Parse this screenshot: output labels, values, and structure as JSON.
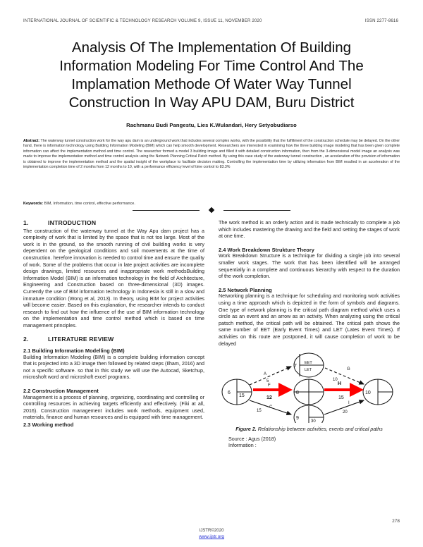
{
  "running_head": {
    "journal_line": "INTERNATIONAL JOURNAL OF SCIENTIFIC & TECHNOLOGY RESEARCH VOLUME 9, ISSUE 11, NOVEMBER 2020",
    "issn": "ISSN 2277-8616"
  },
  "title": "Analysis Of The Implementation Of Building Information Modeling For Time Control And The Implamation Methode Of Water Way Tunnel Construction In Way APU DAM, Buru District",
  "authors": "Rachmanu Budi Pangestu, Lies K.Wulandari, Hery Setyobudiarso",
  "abstract": {
    "label": "Abstract:",
    "text": " The waterway tunnel construction work for the way apu dam is an underground work that includes several complex works, with the possibility that the fulfillment of the construction schedule may be delayed. On the other hand, there is information technology using Building Information Modeling (BIM) which can help smooth development. Researchers are interested in examining how the three building image modeling that has been given complete information can affect the implementation method and time control. The researcher formed a model 3 building image and filled it with detailed construction information, then from the 3-dimensional model image an analysis was made to improve the implementation method and time control analysis using the Network Planning Critical Patch method. By using this case study of the waterway tunnel construction , an acceleration of the provision of information is obtained to improve the implementation method and the spatial insight of the workplace to facilitate decision making. Controlling the implementation time by utilizing information from BIM resulted in an acceleration of the implementation completion time of 2 months from 12 months to 10, with a performance efficiency level of time control to 83.3%"
  },
  "keywords": {
    "label": "Keywords:",
    "text": " BIM, Information, time control, effective performance."
  },
  "left_column": {
    "section1": {
      "number": "1.",
      "heading": "INTRODUCTION",
      "body": "The construction of the waterway tunnel at the Way Apu dam project has a complexity of work that is limited by the space that is not too large. Most of the work is in the ground, so the smooth running of civil building works is very dependent on the geological conditions and soil movements at the time of construction. herefore innovation is needed to control time and ensure the quality of work. Some of the problems that occur in late project activities are incomplete design drawings, limited resources and inappropriate work methodsBuilding Information Model (BIM) is an information technology in the field of Architecture, Engineering and Construction based on three-dimensional (3D) images. Currently the use of BIM information technology in Indonesia is still in a slow and immature condition (Wong et al, 2013). In theory, using BIM for project activities will become easier. Based on this explanation, the researcher intends to conduct research to find out how the influence of the use of BIM information technology on the implementation and time control method which is based on time management principles."
    },
    "section2": {
      "number": "2.",
      "heading": "LITERATURE REVIEW"
    },
    "sub21": {
      "heading": "2.1 Building Information Modelling (BIM)",
      "body": "Building Information Modeling (BIM) is a complete building information concept that is projected into a 3D image then followed by related steps (Ilham, 2016) and not a specific software. so that in this study we will use the Autocad, Sketchup, microshoft word and microshoft excel programs."
    },
    "sub22": {
      "heading": "2.2 Construction Management",
      "body": "Management is a process of planning, organizing, coordinating and controlling or controlling resources in achieving targets efficiently and effectively. (Fiki at all, 2016). Construction management includes work methods, equipment used, materials, finance and human resources and is equipped with time management."
    },
    "sub23": {
      "heading": "2.3 Working method"
    }
  },
  "right_column": {
    "work_method_body": "The work method is an orderly action and is made technically to complete a job which includes mastering the drawing and the field and setting the stages of work at one time.",
    "sub24": {
      "heading": "2.4 Work Breakdown Strukture Theory",
      "body": "Work Breakdown Structure is a technique for dividing a single job into several smaller work stages. The work that has been identified will be arranged sequentially in a complete and continuous hierarchy with respect to the duration of the work completion."
    },
    "sub25": {
      "heading": "2.5 Network Planning",
      "body": "Networking planning is a technique for scheduling and monitoring work activities using a time approach which is depicted in the form of symbols and diagrams. One type of network planning  is the critical path diagram method which uses a circle as an event and an arrow as an activity. When analyzing using the critical patsch method, the critical path will be obtained. The critical path shows the same number of EET (Early Event Times) and LET (Lates Event Times). If activities on this route are postponed, it will cause completion of work to be delayed"
    },
    "figure": {
      "caption_label": "Figure 2.",
      "caption_text": " Relationship between activities, events and critical paths",
      "source": "Source : Agus (2018)",
      "information": "Information :",
      "nodes": [
        {
          "id": "6",
          "value": "15"
        },
        {
          "id": "7",
          "eet": "EET",
          "let": "LET"
        },
        {
          "id": "8",
          "value": ""
        },
        {
          "id": "9",
          "value": "30"
        },
        {
          "id": "10",
          "value": ""
        }
      ],
      "edges": [
        {
          "from": "6",
          "to": "7",
          "label": "A",
          "duration": "5",
          "critical": false
        },
        {
          "from": "6",
          "to": "8",
          "label": "F",
          "duration": "12",
          "critical": true
        },
        {
          "from": "6",
          "to": "9",
          "label": "C",
          "duration": "15",
          "critical": false
        },
        {
          "from": "7",
          "to": "10",
          "label": "G",
          "duration": "10",
          "critical": false
        },
        {
          "from": "8",
          "to": "10",
          "label": "H",
          "duration": "15",
          "critical": true
        },
        {
          "from": "9",
          "to": "10",
          "label": "I",
          "duration": "20",
          "critical": false
        }
      ],
      "critical_color": "#ff0000"
    }
  },
  "page_number": "278",
  "footer": {
    "copyright": "IJSTR©2020",
    "url": "www.ijstr.org"
  }
}
